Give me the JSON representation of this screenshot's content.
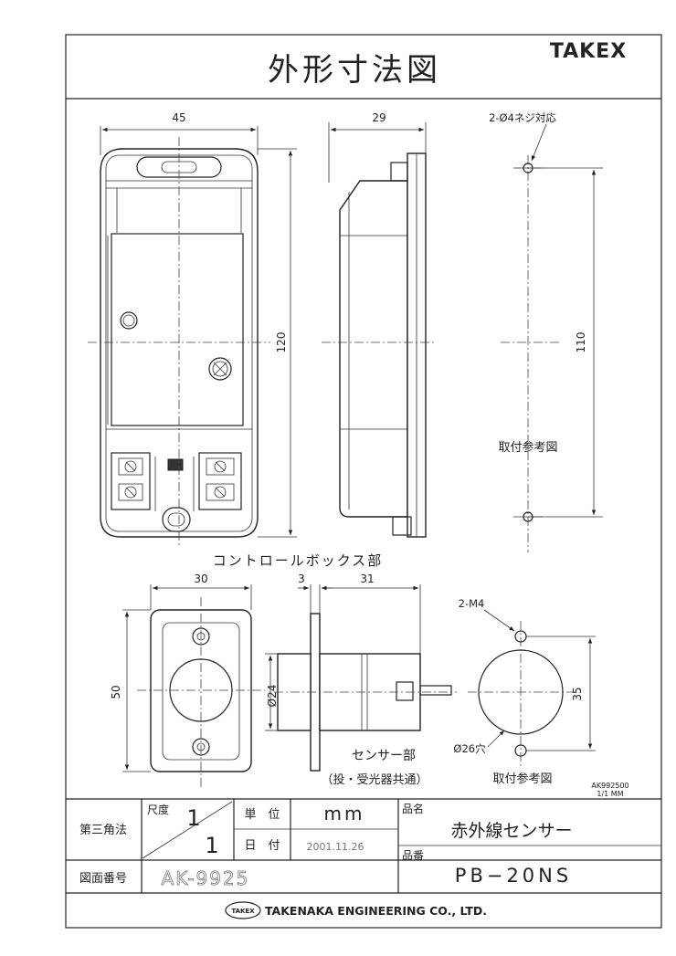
{
  "header": {
    "title": "外形寸法図",
    "brand": "TAKEX"
  },
  "views": {
    "front_width": "45",
    "height": "120",
    "side_depth": "29",
    "mount_hole_label": "2-Ø4ネジ対応",
    "mount_spacing": "110",
    "mount_ref_label": "取付参考図",
    "control_box_label": "コントロールボックス部",
    "sensor_width": "30",
    "sensor_height": "50",
    "sensor_plate": "3",
    "sensor_depth": "31",
    "sensor_diameter": "Ø24",
    "sensor_screw_label": "2-M4",
    "sensor_hole_spacing": "35",
    "sensor_hole_label": "Ø26穴",
    "sensor_part_label": "センサー部",
    "sensor_common_label": "（投・受光器共通）",
    "sensor_ref_label": "取付参考図",
    "drawing_code": "AK992500",
    "drawing_scale_note": "1/1  MM"
  },
  "title_block": {
    "projection_label": "第三角法",
    "scale_label": "尺度",
    "scale_num": "1",
    "scale_den": "1",
    "unit_label": "単　位",
    "unit_value": "mm",
    "date_label": "日　付",
    "date_value": "2001.11.26",
    "product_name_label": "品名",
    "product_name": "赤外線センサー",
    "drawing_no_label": "図面番号",
    "drawing_no": "AK-9925",
    "product_no_label": "品番",
    "product_no": "PB−20NS",
    "company_logo": "TAKEX",
    "company": "TAKENAKA ENGINEERING CO., LTD."
  }
}
